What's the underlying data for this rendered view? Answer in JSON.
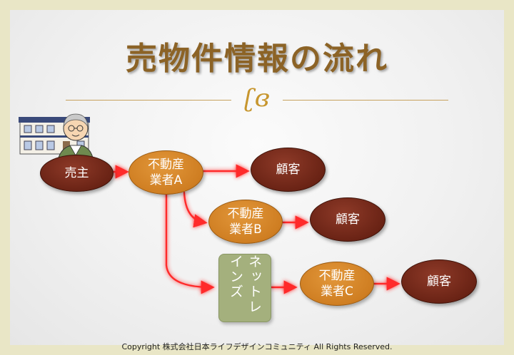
{
  "title": "売物件情報の流れ",
  "flourish": "ʗɞ",
  "nodes": {
    "seller": "売主",
    "agent_a": "不動産\n業者A",
    "customer_a": "顧客",
    "agent_b": "不動産\n業者B",
    "customer_b": "顧客",
    "reins": "ネットレインズ",
    "agent_c": "不動産\n業者C",
    "customer_c": "顧客"
  },
  "colors": {
    "brown_node": "#6a2315",
    "orange_node": "#cf7e22",
    "reins_box": "#a4b07d",
    "arrow": "#ff2a2a",
    "title": "#8c6326"
  },
  "icons": [
    "building-icon",
    "elderly-person-icon"
  ],
  "footer": {
    "copyright": "Copyright 株式会社日本ライフデザインコミュニティ All Rights Reserved."
  }
}
